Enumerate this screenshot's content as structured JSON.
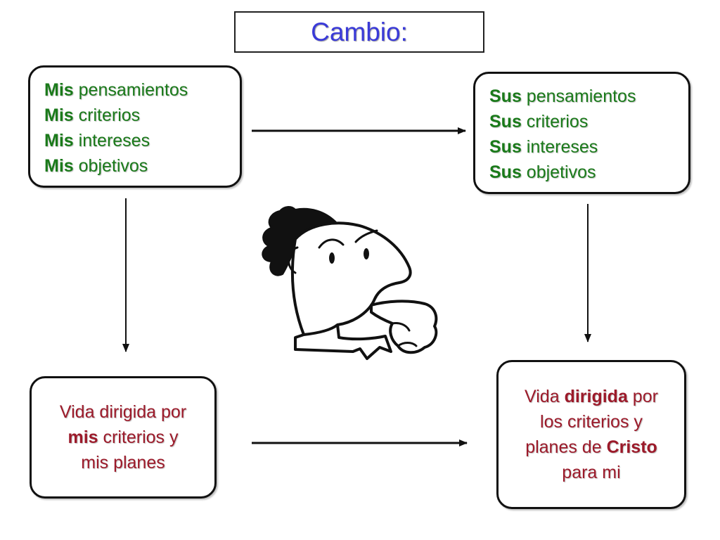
{
  "title": "Cambio:",
  "top_left": {
    "lines": [
      {
        "bold": "Mis",
        "rest": " pensamientos"
      },
      {
        "bold": "Mis",
        "rest": " criterios"
      },
      {
        "bold": "Mis",
        "rest": " intereses"
      },
      {
        "bold": "Mis",
        "rest": " objetivos"
      }
    ]
  },
  "top_right": {
    "lines": [
      {
        "bold": "Sus",
        "rest": " pensamientos"
      },
      {
        "bold": "Sus",
        "rest": " criterios"
      },
      {
        "bold": "Sus",
        "rest": " intereses"
      },
      {
        "bold": "Sus",
        "rest": " objetivos"
      }
    ]
  },
  "bottom_left": {
    "line1": "Vida dirigida por",
    "line2_bold": "mis",
    "line2_rest": " criterios y",
    "line3": "mis planes"
  },
  "bottom_right": {
    "line1_a": "Vida ",
    "line1_bold": "dirigida",
    "line1_b": " por",
    "line2": "los criterios y",
    "line3_a": "planes de ",
    "line3_bold": "Cristo",
    "line4": "para mi"
  },
  "colors": {
    "title": "#3a3ad8",
    "list_text": "#1a7a1a",
    "paragraph_text": "#9c1a2a",
    "border": "#111111"
  },
  "icons": {
    "thinking_man": "thinking-man-illustration"
  }
}
